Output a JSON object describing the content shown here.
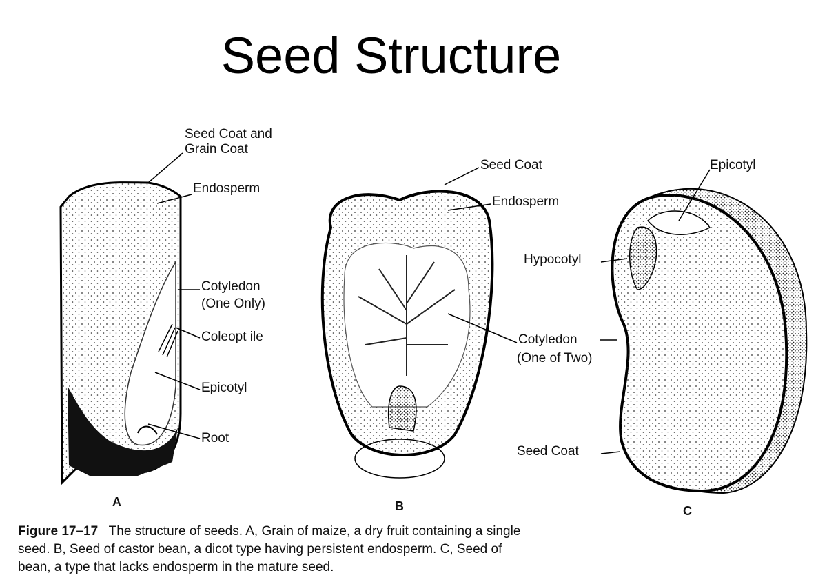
{
  "title": "Seed Structure",
  "figure_a": {
    "letter": "A",
    "labels": {
      "seed_coat_1": "Seed Coat and",
      "seed_coat_2": "Grain Coat",
      "endosperm": "Endosperm",
      "cotyledon_1": "Cotyledon",
      "cotyledon_2": "(One Only)",
      "coleoptile": "Coleopt ile",
      "epicotyl": "Epicotyl",
      "root": "Root"
    }
  },
  "figure_b": {
    "letter": "B",
    "labels": {
      "seed_coat": "Seed Coat",
      "endosperm": "Endosperm",
      "cotyledon_1": "Cotyledon",
      "cotyledon_2": "(One of Two)"
    }
  },
  "figure_c": {
    "letter": "C",
    "labels": {
      "epicotyl": "Epicotyl",
      "hypocotyl": "Hypocotyl",
      "seed_coat": "Seed Coat"
    }
  },
  "caption": {
    "figure_number": "Figure 17–17",
    "line1": "The structure of seeds. A, Grain of maize, a dry fruit containing a single",
    "line2": "seed. B, Seed of castor bean, a dicot type having persistent endosperm. C, Seed of",
    "line3": "bean, a type that lacks endosperm in the mature seed."
  }
}
